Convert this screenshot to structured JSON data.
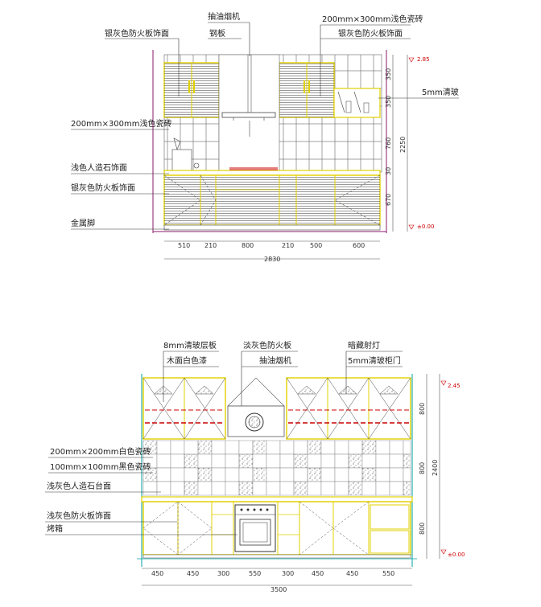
{
  "top": {
    "labels": {
      "hood": "抽油烟机",
      "steel": "钢板",
      "fireboard_left": "银灰色防火板饰面",
      "tile_top_right": "200mm×300mm浅色瓷砖",
      "fireboard_top_right": "银灰色防火板饰面",
      "glass_right": "5mm清玻",
      "tile_left": "200mm×300mm浅色瓷砖",
      "stone_left": "浅色人造石饰面",
      "fireboard_base": "银灰色防火板饰面",
      "metal_leg": "金属脚"
    },
    "widths": [
      "510",
      "210",
      "800",
      "210",
      "500",
      "600"
    ],
    "total": "2830",
    "heights": [
      "350",
      "350",
      "760",
      "30",
      "670"
    ],
    "total_h": "2250",
    "elev_top": "2.85",
    "elev_bottom": "±0.00"
  },
  "bottom": {
    "labels": {
      "glass_shelf": "8mm清玻层板",
      "wood_paint": "木面白色漆",
      "fireboard": "淡灰色防火板",
      "hood": "抽油烟机",
      "downlight": "暗藏射灯",
      "glass_door": "5mm清玻柜门",
      "white_tile": "200mm×200mm白色瓷砖",
      "black_tile": "100mm×100mm黑色瓷砖",
      "stone_counter": "浅灰色人造石台面",
      "fireboard_face": "浅灰色防火板饰面",
      "oven": "烤箱"
    },
    "widths": [
      "450",
      "450",
      "300",
      "550",
      "300",
      "450",
      "450",
      "550"
    ],
    "total": "3500",
    "heights": [
      "800",
      "800",
      "800"
    ],
    "total_h": "2400",
    "elev_top": "2.45",
    "elev_bottom": "±0.00"
  }
}
